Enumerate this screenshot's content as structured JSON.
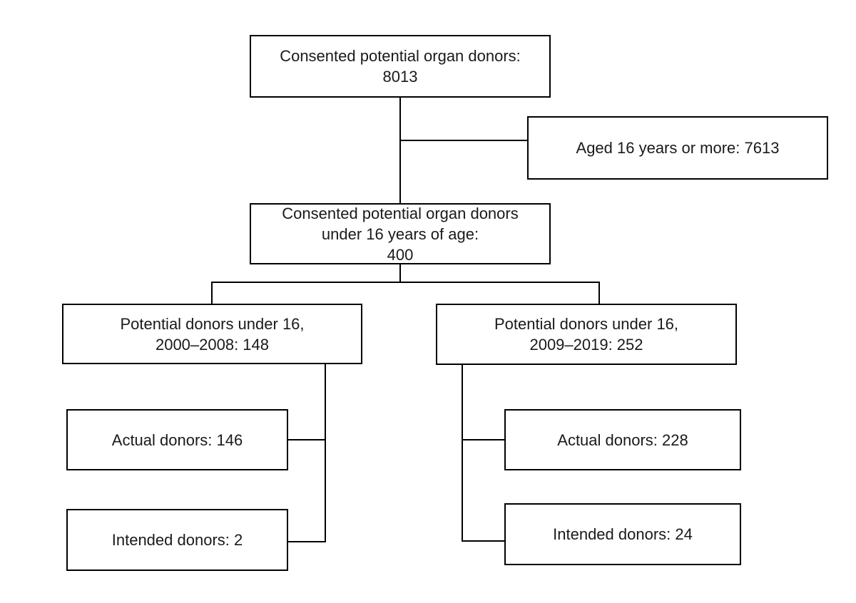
{
  "diagram": {
    "type": "flowchart",
    "background_color": "#ffffff",
    "line_color": "#000000",
    "text_color": "#1a1a1a",
    "nodes": {
      "consented_total": {
        "lines": [
          "Consented potential organ donors:",
          "8013"
        ],
        "value": 8013
      },
      "aged_16_plus": {
        "lines": [
          "Aged 16 years or more: 7613"
        ],
        "value": 7613
      },
      "under_16": {
        "lines": [
          "Consented potential organ donors",
          "under 16 years of age:",
          "400"
        ],
        "value": 400
      },
      "period_2000_2008": {
        "lines": [
          "Potential donors under 16,",
          "2000–2008: 148"
        ],
        "value": 148
      },
      "period_2009_2019": {
        "lines": [
          "Potential donors under 16,",
          "2009–2019: 252"
        ],
        "value": 252
      },
      "actual_2000_2008": {
        "lines": [
          "Actual donors: 146"
        ],
        "value": 146
      },
      "intended_2000_2008": {
        "lines": [
          "Intended donors: 2"
        ],
        "value": 2
      },
      "actual_2009_2019": {
        "lines": [
          "Actual donors: 228"
        ],
        "value": 228
      },
      "intended_2009_2019": {
        "lines": [
          "Intended donors: 24"
        ],
        "value": 24
      }
    }
  }
}
